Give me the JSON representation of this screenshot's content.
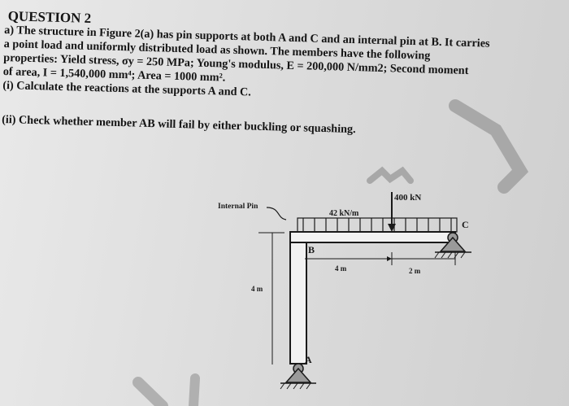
{
  "question": {
    "title": "QUESTION 2",
    "lines": [
      "a) The structure in Figure 2(a) has pin supports at both A and C and an internal pin at B. It carries",
      "a point load and uniformly distributed load as shown. The members have the following",
      "properties: Yield stress, σy = 250 MPa; Young's modulus, E = 200,000 N/mm2; Second moment",
      "of area, I = 1,540,000 mm⁴; Area = 1000 mm².",
      "(i) Calculate the reactions at the supports A and C.",
      "(ii) Check whether member AB will fail by either buckling or squashing."
    ]
  },
  "figure": {
    "internal_pin_label": "Internal Pin",
    "udl_label": "42 kN/m",
    "point_load_label": "400 kN",
    "node_b": "B",
    "node_a": "A",
    "node_c": "C",
    "dim_horizontal_1": "4 m",
    "dim_horizontal_2": "2 m",
    "dim_vertical": "4 m"
  },
  "colors": {
    "paper": "#dedede",
    "ink": "#141414",
    "support_fill": "#9a9a9a",
    "marker_gray": "#a8a8a8"
  }
}
